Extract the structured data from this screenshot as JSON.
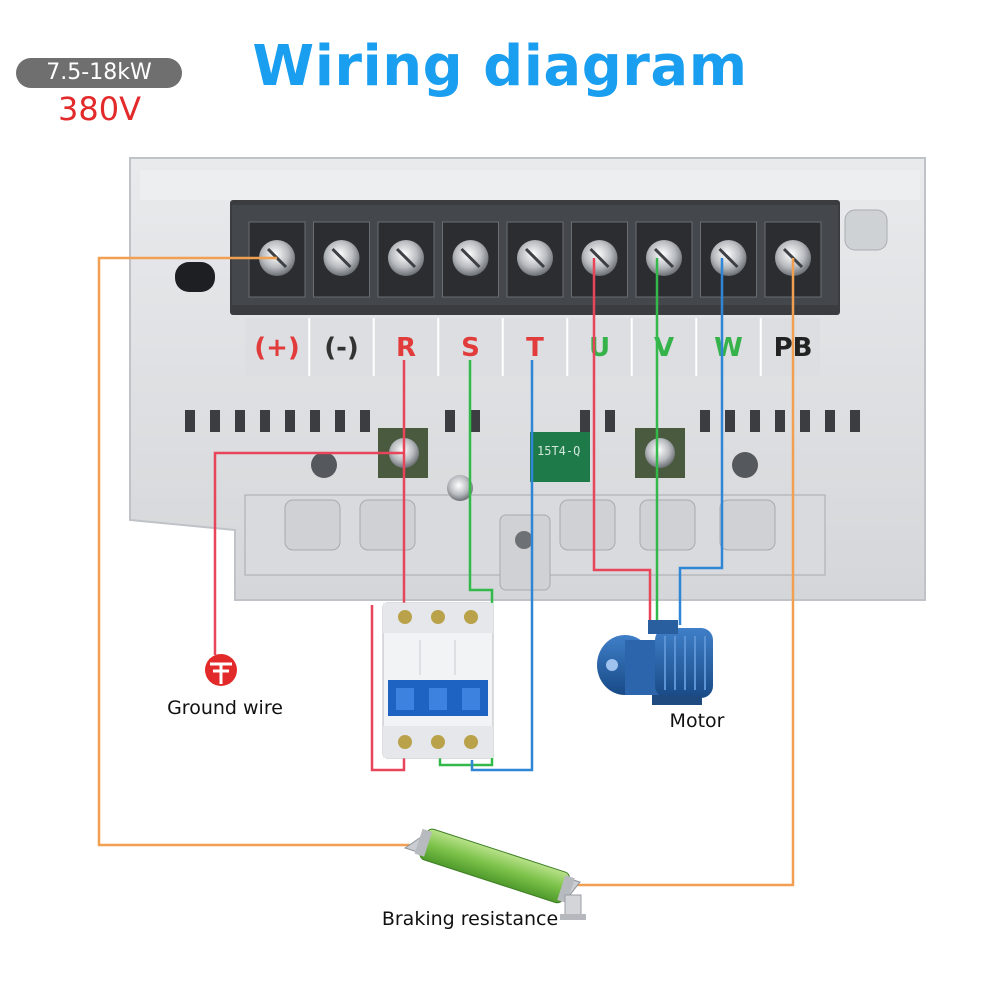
{
  "header": {
    "power_range": "7.5-18kW",
    "voltage": "380V",
    "title": "Wiring diagram"
  },
  "terminals": [
    {
      "label": "(+)",
      "color": "#e23b3b"
    },
    {
      "label": "(-)",
      "color": "#333333"
    },
    {
      "label": "R",
      "color": "#e23b3b"
    },
    {
      "label": "S",
      "color": "#e23b3b"
    },
    {
      "label": "T",
      "color": "#e23b3b"
    },
    {
      "label": "U",
      "color": "#35b24a"
    },
    {
      "label": "V",
      "color": "#35b24a"
    },
    {
      "label": "W",
      "color": "#35b24a"
    },
    {
      "label": "PB",
      "color": "#222222"
    }
  ],
  "board_marking": "15T4-Q",
  "captions": {
    "ground": "Ground wire",
    "motor": "Motor",
    "brake": "Braking resistance"
  },
  "wire_colors": {
    "red": "#e8445a",
    "green": "#33b84a",
    "blue": "#2f86d6",
    "orange": "#f0a050"
  }
}
